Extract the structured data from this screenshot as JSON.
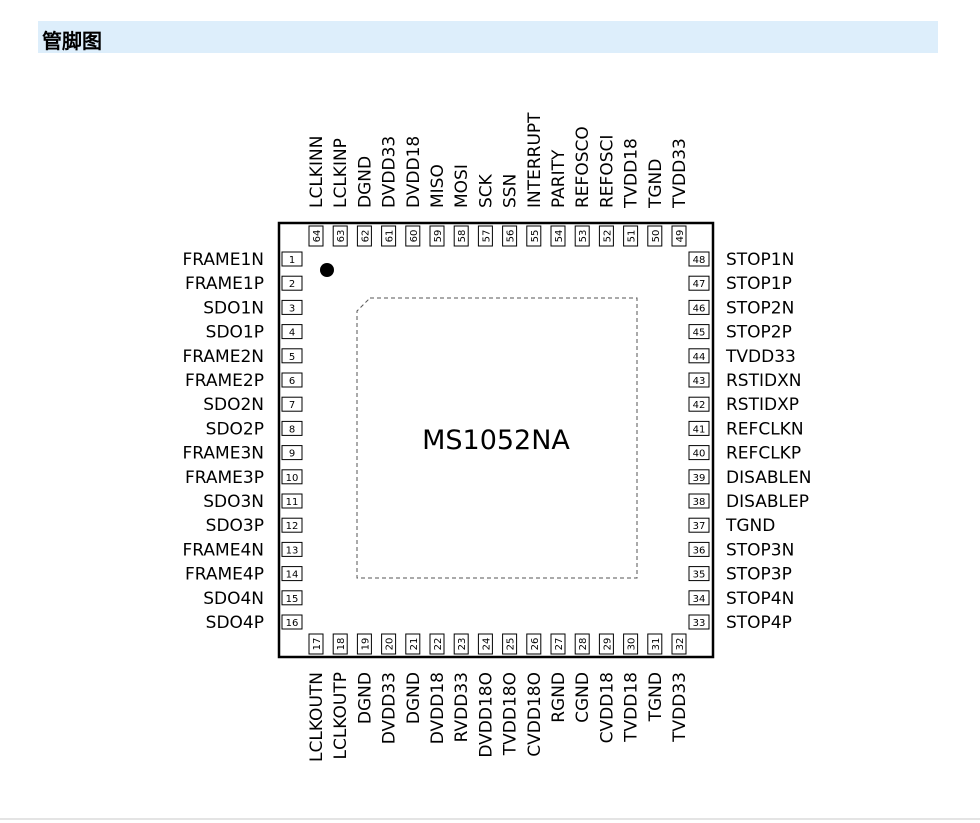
{
  "section_title": "管脚图",
  "chip_name": "MS1052NA",
  "pins": {
    "left": [
      {
        "num": "1",
        "name": "FRAME1N"
      },
      {
        "num": "2",
        "name": "FRAME1P"
      },
      {
        "num": "3",
        "name": "SDO1N"
      },
      {
        "num": "4",
        "name": "SDO1P"
      },
      {
        "num": "5",
        "name": "FRAME2N"
      },
      {
        "num": "6",
        "name": "FRAME2P"
      },
      {
        "num": "7",
        "name": "SDO2N"
      },
      {
        "num": "8",
        "name": "SDO2P"
      },
      {
        "num": "9",
        "name": "FRAME3N"
      },
      {
        "num": "10",
        "name": "FRAME3P"
      },
      {
        "num": "11",
        "name": "SDO3N"
      },
      {
        "num": "12",
        "name": "SDO3P"
      },
      {
        "num": "13",
        "name": "FRAME4N"
      },
      {
        "num": "14",
        "name": "FRAME4P"
      },
      {
        "num": "15",
        "name": "SDO4N"
      },
      {
        "num": "16",
        "name": "SDO4P"
      }
    ],
    "bottom": [
      {
        "num": "17",
        "name": "LCLKOUTN"
      },
      {
        "num": "18",
        "name": "LCLKOUTP"
      },
      {
        "num": "19",
        "name": "DGND"
      },
      {
        "num": "20",
        "name": "DVDD33"
      },
      {
        "num": "21",
        "name": "DGND"
      },
      {
        "num": "22",
        "name": "DVDD18"
      },
      {
        "num": "23",
        "name": "RVDD33"
      },
      {
        "num": "24",
        "name": "DVDD18O"
      },
      {
        "num": "25",
        "name": "TVDD18O"
      },
      {
        "num": "26",
        "name": "CVDD18O"
      },
      {
        "num": "27",
        "name": "RGND"
      },
      {
        "num": "28",
        "name": "CGND"
      },
      {
        "num": "29",
        "name": "CVDD18"
      },
      {
        "num": "30",
        "name": "TVDD18"
      },
      {
        "num": "31",
        "name": "TGND"
      },
      {
        "num": "32",
        "name": "TVDD33"
      }
    ],
    "right": [
      {
        "num": "33",
        "name": "STOP4P"
      },
      {
        "num": "34",
        "name": "STOP4N"
      },
      {
        "num": "35",
        "name": "STOP3P"
      },
      {
        "num": "36",
        "name": "STOP3N"
      },
      {
        "num": "37",
        "name": "TGND"
      },
      {
        "num": "38",
        "name": "DISABLEP"
      },
      {
        "num": "39",
        "name": "DISABLEN"
      },
      {
        "num": "40",
        "name": "REFCLKP"
      },
      {
        "num": "41",
        "name": "REFCLKN"
      },
      {
        "num": "42",
        "name": "RSTIDXP"
      },
      {
        "num": "43",
        "name": "RSTIDXN"
      },
      {
        "num": "44",
        "name": "TVDD33"
      },
      {
        "num": "45",
        "name": "STOP2P"
      },
      {
        "num": "46",
        "name": "STOP2N"
      },
      {
        "num": "47",
        "name": "STOP1P"
      },
      {
        "num": "48",
        "name": "STOP1N"
      }
    ],
    "top": [
      {
        "num": "49",
        "name": "TVDD33"
      },
      {
        "num": "50",
        "name": "TGND"
      },
      {
        "num": "51",
        "name": "TVDD18"
      },
      {
        "num": "52",
        "name": "REFOSCI"
      },
      {
        "num": "53",
        "name": "REFOSCO"
      },
      {
        "num": "54",
        "name": "PARITY"
      },
      {
        "num": "55",
        "name": "INTERRUPT"
      },
      {
        "num": "56",
        "name": "SSN"
      },
      {
        "num": "57",
        "name": "SCK"
      },
      {
        "num": "58",
        "name": "MOSI"
      },
      {
        "num": "59",
        "name": "MISO"
      },
      {
        "num": "60",
        "name": "DVDD18"
      },
      {
        "num": "61",
        "name": "DVDD33"
      },
      {
        "num": "62",
        "name": "DGND"
      },
      {
        "num": "63",
        "name": "LCLKINP"
      },
      {
        "num": "64",
        "name": "LCLKINN"
      }
    ]
  }
}
